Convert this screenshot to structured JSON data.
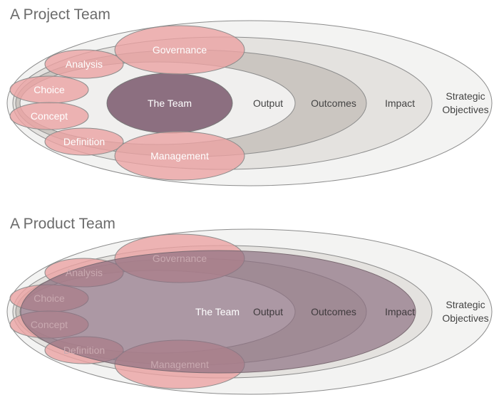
{
  "project": {
    "title": "A Project Team",
    "labels": {
      "governance": "Governance",
      "analysis": "Analysis",
      "choice": "Choice",
      "concept": "Concept",
      "definition": "Definition",
      "management": "Management",
      "team": "The Team",
      "output": "Output",
      "outcomes": "Outcomes",
      "impact": "Impact",
      "strategic_1": "Strategic",
      "strategic_2": "Objectives"
    }
  },
  "product": {
    "title": "A Product Team",
    "labels": {
      "governance": "Governance",
      "analysis": "Analysis",
      "choice": "Choice",
      "concept": "Concept",
      "definition": "Definition",
      "management": "Management",
      "team": "The Team",
      "output": "Output",
      "outcomes": "Outcomes",
      "impact": "Impact",
      "strategic_1": "Strategic",
      "strategic_2": "Objectives"
    }
  },
  "colors": {
    "outer": "#f3f3f2",
    "impact_ring": "#e4e2df",
    "outcomes_ring": "#cbc6c1",
    "output_ring": "#f0efee",
    "team": "#8c6f80",
    "pink": "#eba3a3",
    "stroke": "#8c8c8c"
  }
}
